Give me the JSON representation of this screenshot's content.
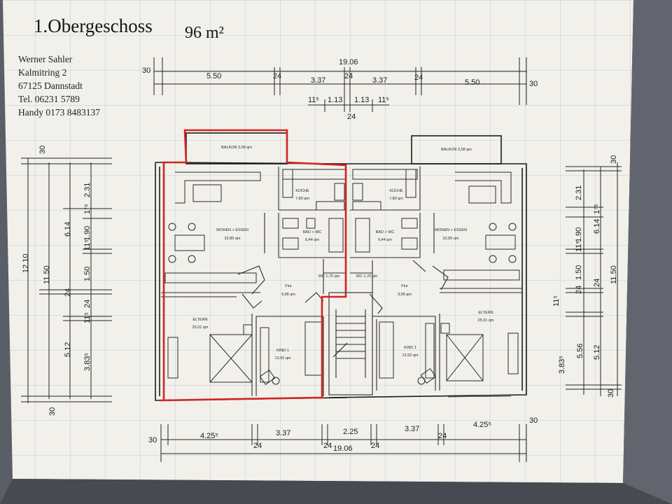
{
  "title": "1.Obergeschoss",
  "area": "96 m²",
  "contact": {
    "name": "Werner Sahler",
    "street": "Kalmitring 2",
    "city": "67125 Dannstadt",
    "phone": "Tel. 06231 5789",
    "mobile": "Handy 0173 8483137"
  },
  "dims_top": {
    "total": "19.06",
    "end_left": "30",
    "end_right": "30",
    "seg_left": "5.50",
    "wall_a": "24",
    "mid_left": "3.37",
    "wall_b": "24",
    "mid_right": "3.37",
    "wall_c": "24",
    "seg_right": "5.50",
    "sub_a": "11⁵",
    "sub_b": "1.13",
    "sub_c": "1.13",
    "sub_d": "11⁵",
    "sub_e": "24"
  },
  "dims_bottom": {
    "end_left": "30",
    "seg1": "4.25⁵",
    "wall1": "24",
    "seg2": "3.37",
    "wall2": "24",
    "seg3": "2.25",
    "wall3": "24",
    "seg4": "3.37",
    "wall4": "24",
    "seg5": "4.25⁵",
    "end_right": "30",
    "total": "19.06"
  },
  "dims_left": {
    "total": "12.10",
    "sub_total": "11.50",
    "a": "6.14",
    "b": "5.12",
    "c": "2.31",
    "d": "1.90",
    "e": "1.50",
    "f": "3.83⁵",
    "g": "1⁷⁵",
    "h": "11⁵",
    "i": "11⁵",
    "w1": "24",
    "w2": "24",
    "end_top": "30",
    "end_bottom": "30"
  },
  "dims_right": {
    "total": "11.50",
    "a": "6.14",
    "b": "5.12",
    "c": "2.31",
    "d": "1.90",
    "e": "1.50",
    "f": "5.56",
    "g": "3.83⁵",
    "h": "1⁷⁵",
    "i": "11⁵",
    "j": "11⁵",
    "w1": "24",
    "w2": "24",
    "end_top": "30",
    "end_bottom": "30"
  },
  "rooms": {
    "balkon_left": "BALKON 3,58 qm",
    "balkon_right": "BALKON 3,58 qm",
    "kueche_left": "KÜCHE",
    "kueche_left_area": "7,80 qm",
    "kueche_right": "KÜCHE",
    "kueche_right_area": "7,80 qm",
    "wohnen_left": "WOHEN + ESSEN",
    "wohnen_left_area": "32,85 qm",
    "wohnen_right": "WOHEN + ESSEN",
    "wohnen_right_area": "32,85 qm",
    "bad_left": "BAD + WC",
    "bad_left_area": "6,44 qm",
    "bad_right": "BAD + WC",
    "bad_right_area": "6,44 qm",
    "wc_left": "WC 1,70 qm",
    "wc_right": "WC 1,70 qm",
    "flur_left": "Flur",
    "flur_left_area": "9,96 qm",
    "flur_right": "Flur",
    "flur_right_area": "9,96 qm",
    "eltern_left": "ELTERN",
    "eltern_left_area": "25,01 qm",
    "eltern_right": "ELTERN",
    "eltern_right_area": "25,01 qm",
    "kind_left": "KIND 1",
    "kind_left_area": "12,92 qm",
    "kind_right": "KIND 1",
    "kind_right_area": "12,92 qm"
  },
  "colors": {
    "paper": "#f1f0ea",
    "grid": "#c4c7d2",
    "line": "#1c1c1c",
    "highlight": "#d42323"
  }
}
